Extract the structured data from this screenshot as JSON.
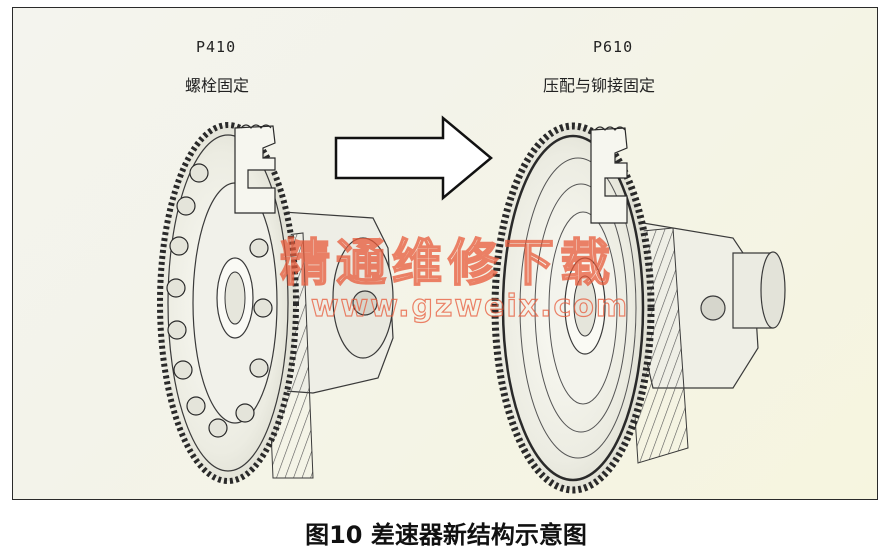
{
  "left": {
    "model": "P410",
    "method": "螺栓固定"
  },
  "right": {
    "model": "P610",
    "method": "压配与铆接固定"
  },
  "caption": "图10 差速器新结构示意图",
  "watermark": {
    "text_cn": "精通维修下载",
    "text_url": "www.gzweix.com"
  },
  "colors": {
    "frame": "#2a2a2a",
    "line": "#3a3a3a",
    "watermark": "#e85a3a",
    "background": "#f4f4ee"
  }
}
